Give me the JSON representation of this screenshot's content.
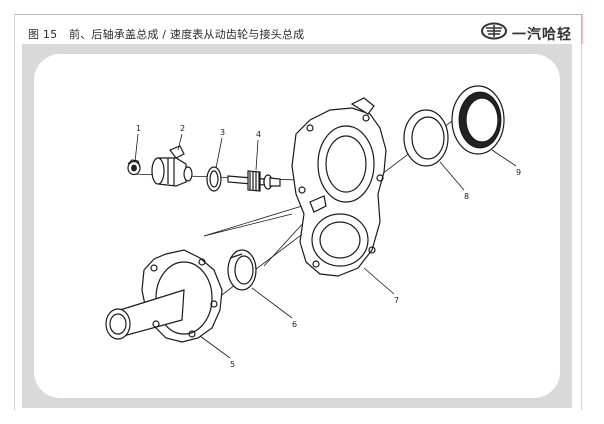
{
  "header": {
    "figure_number": "图 15",
    "title": "前、后轴承盖总成 / 速度表从动齿轮与接头总成",
    "brand_name": "一汽哈轻",
    "brand_logo_icon": "faw-logo-icon"
  },
  "diagram": {
    "part_callouts": [
      "1",
      "2",
      "3",
      "4",
      "5",
      "6",
      "7",
      "8",
      "9"
    ]
  },
  "colors": {
    "frame_gray": "#d9d9d9",
    "line_color": "#1a1a1a",
    "panel_background": "#ffffff"
  }
}
